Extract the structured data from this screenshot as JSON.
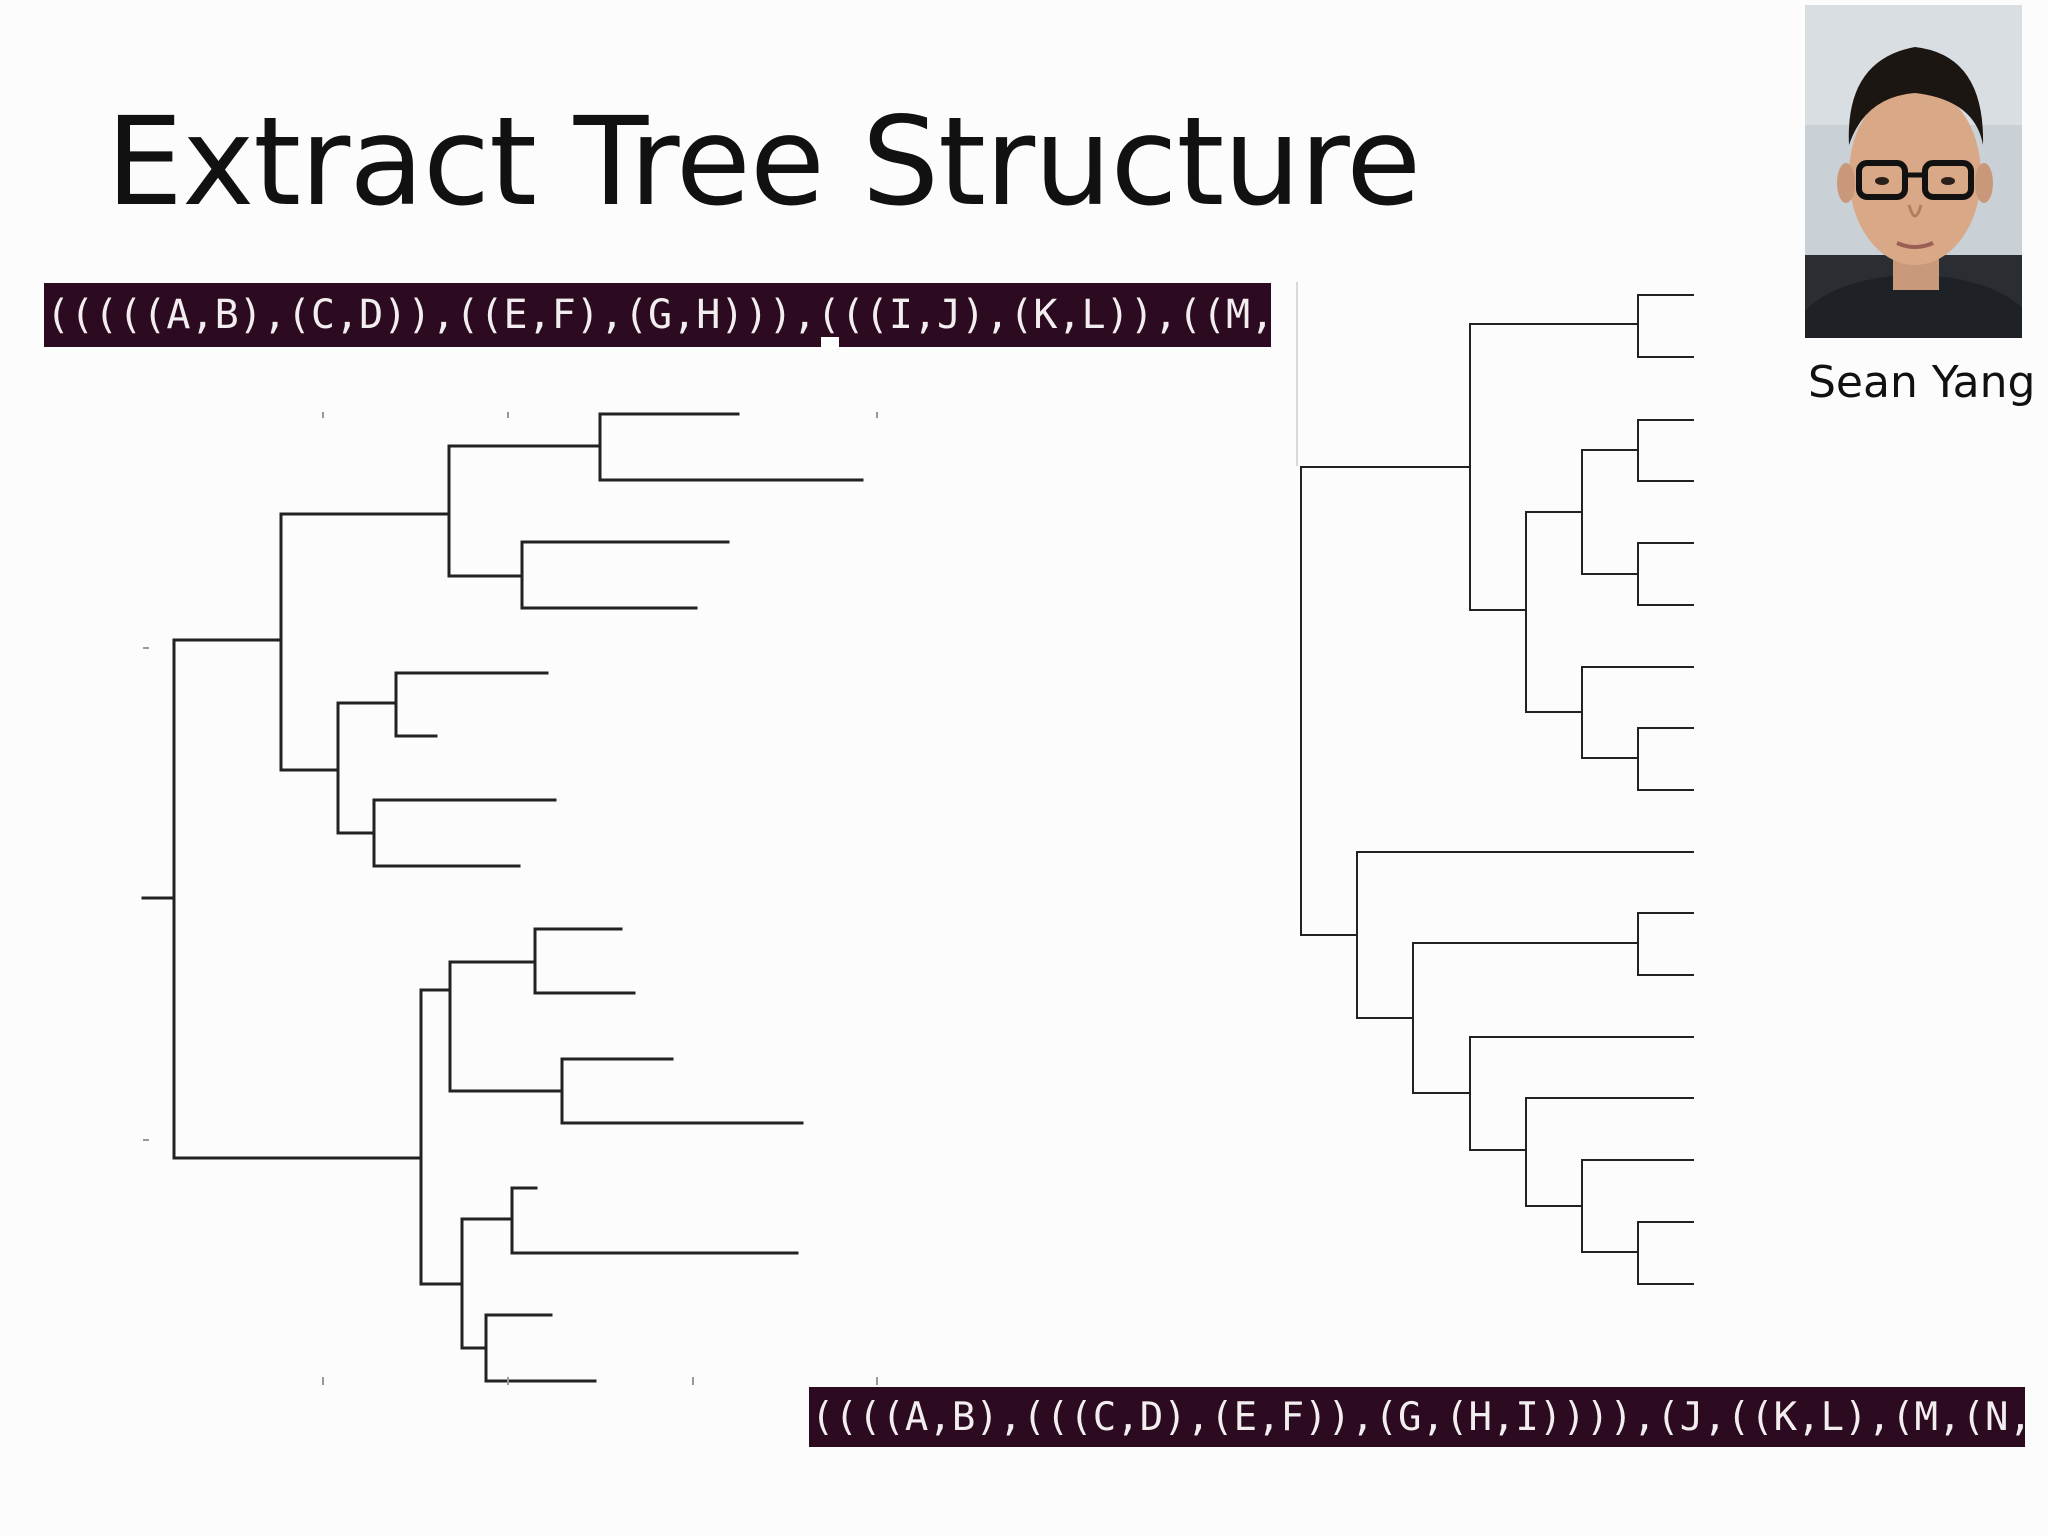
{
  "slide": {
    "title": "Extract Tree Structure",
    "presenter_name": "Sean Yang"
  },
  "newick": {
    "top": "(((((A,B),(C,D)),((E,F),(G,H))),(((I,J),(K,L)),((M,N),(O,P)))))",
    "bottom": "((((A,B),(((C,D),(E,F)),(G,(H,I)))),(J,((K,L),(M,(N,(O,(P,Q))))))))"
  },
  "icons": {
    "photo": "presenter-portrait"
  },
  "colors": {
    "newick_bar_bg": "#2c0a1f",
    "newick_bar_text": "#f2eef0",
    "tree_line": "#222222"
  }
}
